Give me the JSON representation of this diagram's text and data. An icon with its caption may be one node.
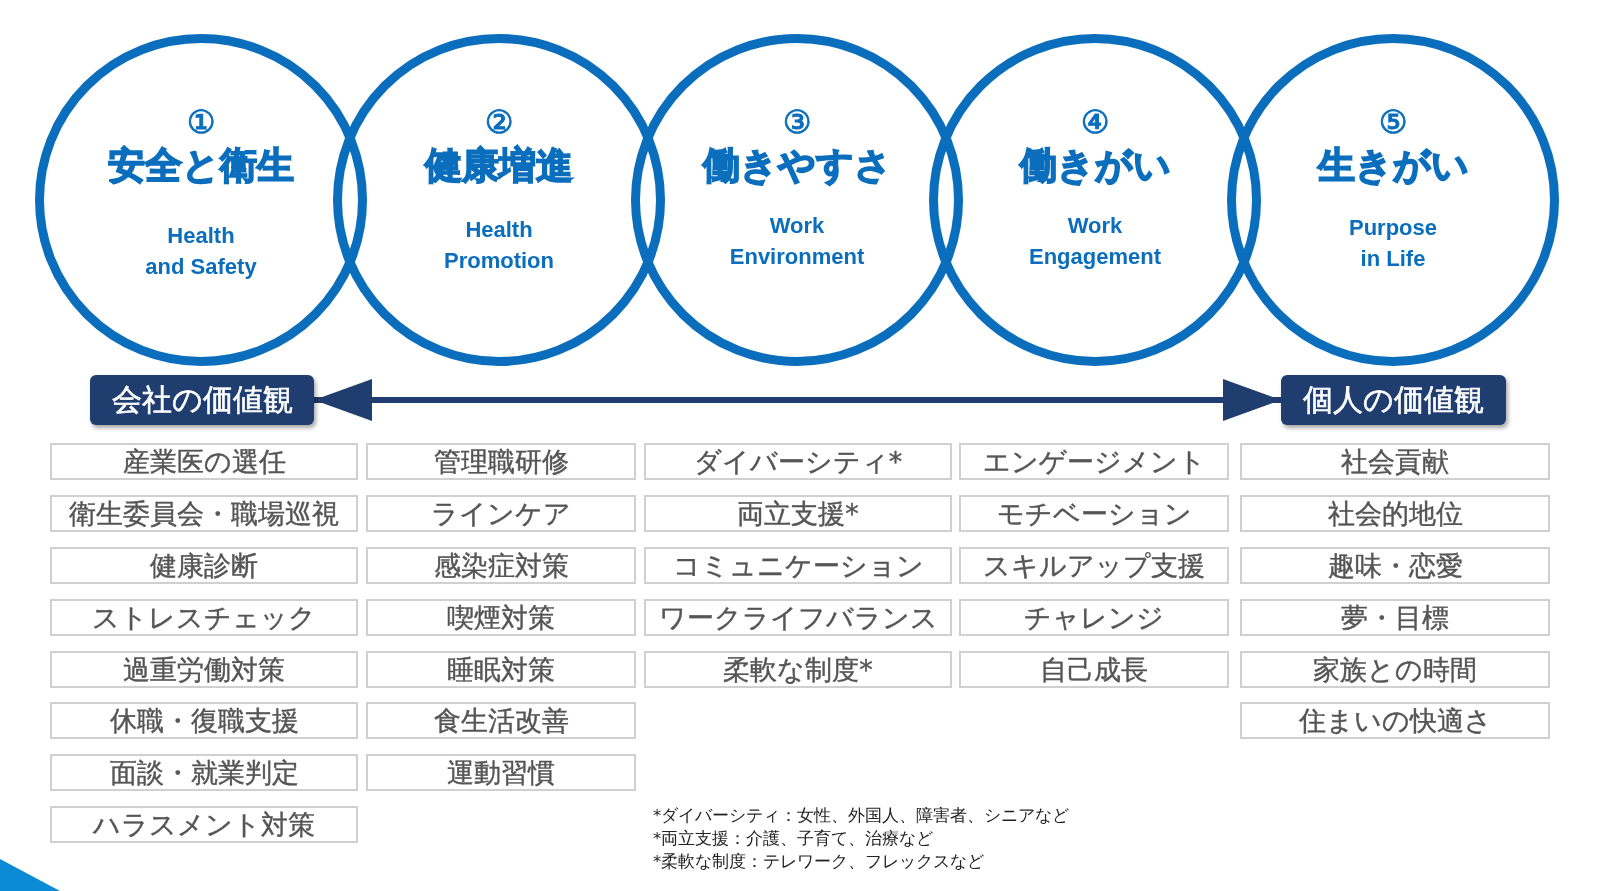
{
  "diagram": {
    "nodes": [
      {
        "text": [
          "①",
          "安全と衛生",
          "Health and Safety"
        ]
      },
      {
        "text": [
          "②",
          "健康増進",
          "Health Promotion"
        ]
      },
      {
        "text": [
          "③",
          "働きやすさ",
          "Work Environment"
        ]
      },
      {
        "text": [
          "④",
          "働きがい",
          "Work Engagement"
        ]
      },
      {
        "text": [
          "⑤",
          "生きがい",
          "Purpose in Life"
        ]
      },
      {
        "text": [
          "会社の価値観"
        ]
      },
      {
        "text": [
          "個人の価値観"
        ]
      },
      {
        "text": [
          "産業医の選任"
        ]
      },
      {
        "text": [
          "衛生委員会・職場巡視"
        ]
      },
      {
        "text": [
          "健康診断"
        ]
      },
      {
        "text": [
          "ストレスチェック"
        ]
      },
      {
        "text": [
          "過重労働対策"
        ]
      },
      {
        "text": [
          "休職・復職支援"
        ]
      },
      {
        "text": [
          "面談・就業判定"
        ]
      },
      {
        "text": [
          "ハラスメント対策"
        ]
      },
      {
        "text": [
          "管理職研修"
        ]
      },
      {
        "text": [
          "ラインケア"
        ]
      },
      {
        "text": [
          "感染症対策"
        ]
      },
      {
        "text": [
          "喫煙対策"
        ]
      },
      {
        "text": [
          "睡眠対策"
        ]
      },
      {
        "text": [
          "食生活改善"
        ]
      },
      {
        "text": [
          "運動習慣"
        ]
      },
      {
        "text": [
          "ダイバーシティ*"
        ]
      },
      {
        "text": [
          "両立支援*"
        ]
      },
      {
        "text": [
          "コミュニケーション"
        ]
      },
      {
        "text": [
          "ワークライフバランス"
        ]
      },
      {
        "text": [
          "柔軟な制度*"
        ]
      },
      {
        "text": [
          "エンゲージメント"
        ]
      },
      {
        "text": [
          "モチベーション"
        ]
      },
      {
        "text": [
          "スキルアップ支援"
        ]
      },
      {
        "text": [
          "チャレンジ"
        ]
      },
      {
        "text": [
          "自己成長"
        ]
      },
      {
        "text": [
          "社会貢献"
        ]
      },
      {
        "text": [
          "社会的地位"
        ]
      },
      {
        "text": [
          "趣味・恋愛"
        ]
      },
      {
        "text": [
          "夢・目標"
        ]
      },
      {
        "text": [
          "家族との時間"
        ]
      },
      {
        "text": [
          "住まいの快適さ"
        ]
      }
    ],
    "edges": [
      {
        "from": 5,
        "to": 6,
        "arrow": "both"
      }
    ],
    "labels": [
      "*ダイバーシティ：女性、外国人、障害者、シニアなど",
      "*両立支援：介護、子育て、治療など",
      "*柔軟な制度：テレワーク、フレックスなど"
    ]
  }
}
